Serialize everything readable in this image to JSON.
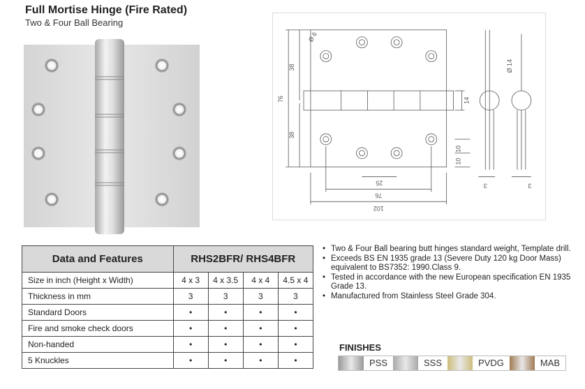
{
  "header": {
    "title": "Full Mortise Hinge (Fire Rated)",
    "subtitle": "Two & Four Ball Bearing"
  },
  "drawing": {
    "dims": {
      "left_upper": "38",
      "left_total": "76",
      "left_lower": "38",
      "hole_dia": "Ø 6",
      "knuckle_dia": "Ø 14",
      "knuckle_h": "14",
      "hole_offset": "10",
      "hole_edge": "10",
      "inner_spacing": "25",
      "hole_span": "76",
      "overall_width": "102",
      "leaf_thickness_a": "3",
      "leaf_thickness_b": "3"
    }
  },
  "table": {
    "header_left": "Data and Features",
    "header_right": "RHS2BFR/ RHS4BFR",
    "rows": [
      {
        "label": "Size in inch (Height x Width)",
        "values": [
          "4 x 3",
          "4 x 3.5",
          "4 x 4",
          "4.5 x 4"
        ]
      },
      {
        "label": "Thickness in mm",
        "values": [
          "3",
          "3",
          "3",
          "3"
        ]
      },
      {
        "label": "Standard Doors",
        "values": [
          "•",
          "•",
          "•",
          "•"
        ]
      },
      {
        "label": "Fire and smoke check doors",
        "values": [
          "•",
          "•",
          "•",
          "•"
        ]
      },
      {
        "label": "Non-handed",
        "values": [
          "•",
          "•",
          "•",
          "•"
        ]
      },
      {
        "label": "5 Knuckles",
        "values": [
          "•",
          "•",
          "•",
          "•"
        ]
      }
    ]
  },
  "bullets": [
    "Two & Four Ball bearing butt hinges standard weight, Template drill.",
    "Exceeds BS EN 1935 grade 13 (Severe Duty 120 kg Door Mass) equivalent to BS7352: 1990.Class 9.",
    "Tested in accordance with the new European specification EN 1935 Grade 13.",
    "Manufactured from Stainless Steel Grade 304."
  ],
  "finishes": {
    "title": "FINISHES",
    "items": [
      {
        "label": "PSS",
        "color": "#9a9a9a"
      },
      {
        "label": "SSS",
        "color": "#a9a9a9"
      },
      {
        "label": "PVDG",
        "color": "#cdbd7a"
      },
      {
        "label": "MAB",
        "color": "#a07a52"
      }
    ]
  }
}
